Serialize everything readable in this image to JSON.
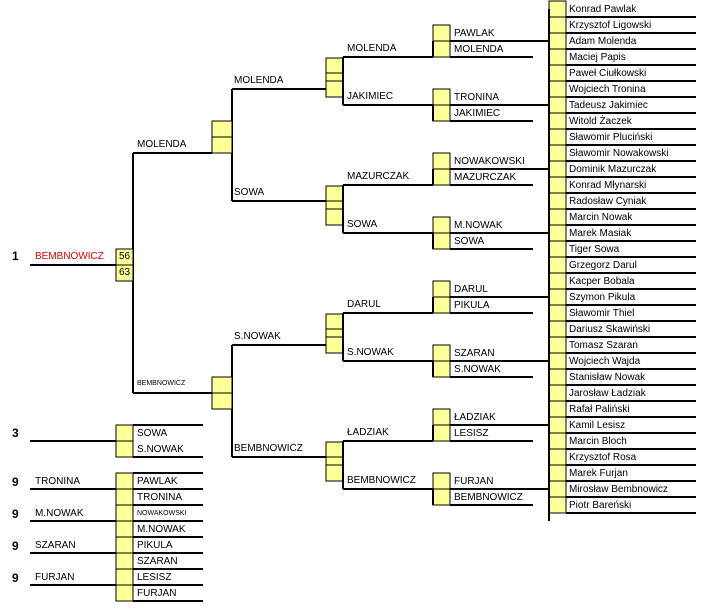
{
  "colors": {
    "box_fill": "#ffff99",
    "box_stroke": "#000000",
    "line": "#000000",
    "highlight": "#e00000"
  },
  "players": [
    "Konrad Pawlak",
    "Krzysztof Ligowski",
    "Adam Molenda",
    "Maciej Papis",
    "Paweł Ciułkowski",
    "Wojciech Tronina",
    "Tadeusz Jakimiec",
    "Witold Żaczek",
    "Sławomir Pluciński",
    "Sławomir Nowakowski",
    "Dominik Mazurczak",
    "Konrad Młynarski",
    "Radosław Cyniak",
    "Marcin Nowak",
    "Marek Masiak",
    "Tiger Sowa",
    "Grzegorz Darul",
    "Kacper Bobala",
    "Szymon Pikula",
    "Sławomir Thiel",
    "Dariusz Skawiński",
    "Tomasz Szaran",
    "Wojciech Wajda",
    "Stanisław Nowak",
    "Jarosław Ładziak",
    "Rafał Paliński",
    "Kamil Lesisz",
    "Marcin Bloch",
    "Krzysztof Rosa",
    "Marek Furjan",
    "Mirosław Bembnowicz",
    "Piotr Bareński"
  ],
  "round2": [
    "PAWLAK",
    "MOLENDA",
    "TRONINA",
    "JAKIMIEC",
    "NOWAKOWSKI",
    "MAZURCZAK",
    "M.NOWAK",
    "SOWA",
    "DARUL",
    "PIKULA",
    "SZARAN",
    "S.NOWAK",
    "ŁADZIAK",
    "LESISZ",
    "FURJAN",
    "BEMBNOWICZ"
  ],
  "round3": [
    "MOLENDA",
    "JAKIMIEC",
    "MAZURCZAK",
    "SOWA",
    "DARUL",
    "S.NOWAK",
    "ŁADZIAK",
    "BEMBNOWICZ"
  ],
  "round4": [
    "MOLENDA",
    "SOWA",
    "S.NOWAK",
    "BEMBNOWICZ"
  ],
  "semis": [
    "MOLENDA",
    "BEMBNOWICZ"
  ],
  "final": {
    "place": "1",
    "winner": "BEMBNOWICZ",
    "scores": [
      "56",
      "63"
    ]
  },
  "third_place": {
    "place": "3",
    "entrants": [
      "SOWA",
      "S.NOWAK"
    ]
  },
  "ninth_place": [
    {
      "place": "9",
      "winner": "TRONINA",
      "entrants": [
        "PAWLAK",
        "TRONINA"
      ]
    },
    {
      "place": "9",
      "winner": "M.NOWAK",
      "entrants": [
        "NOWAKOWSKI",
        "M.NOWAK"
      ]
    },
    {
      "place": "9",
      "winner": "SZARAN",
      "entrants": [
        "PIKULA",
        "SZARAN"
      ]
    },
    {
      "place": "9",
      "winner": "FURJAN",
      "entrants": [
        "LESISZ",
        "FURJAN"
      ]
    }
  ]
}
